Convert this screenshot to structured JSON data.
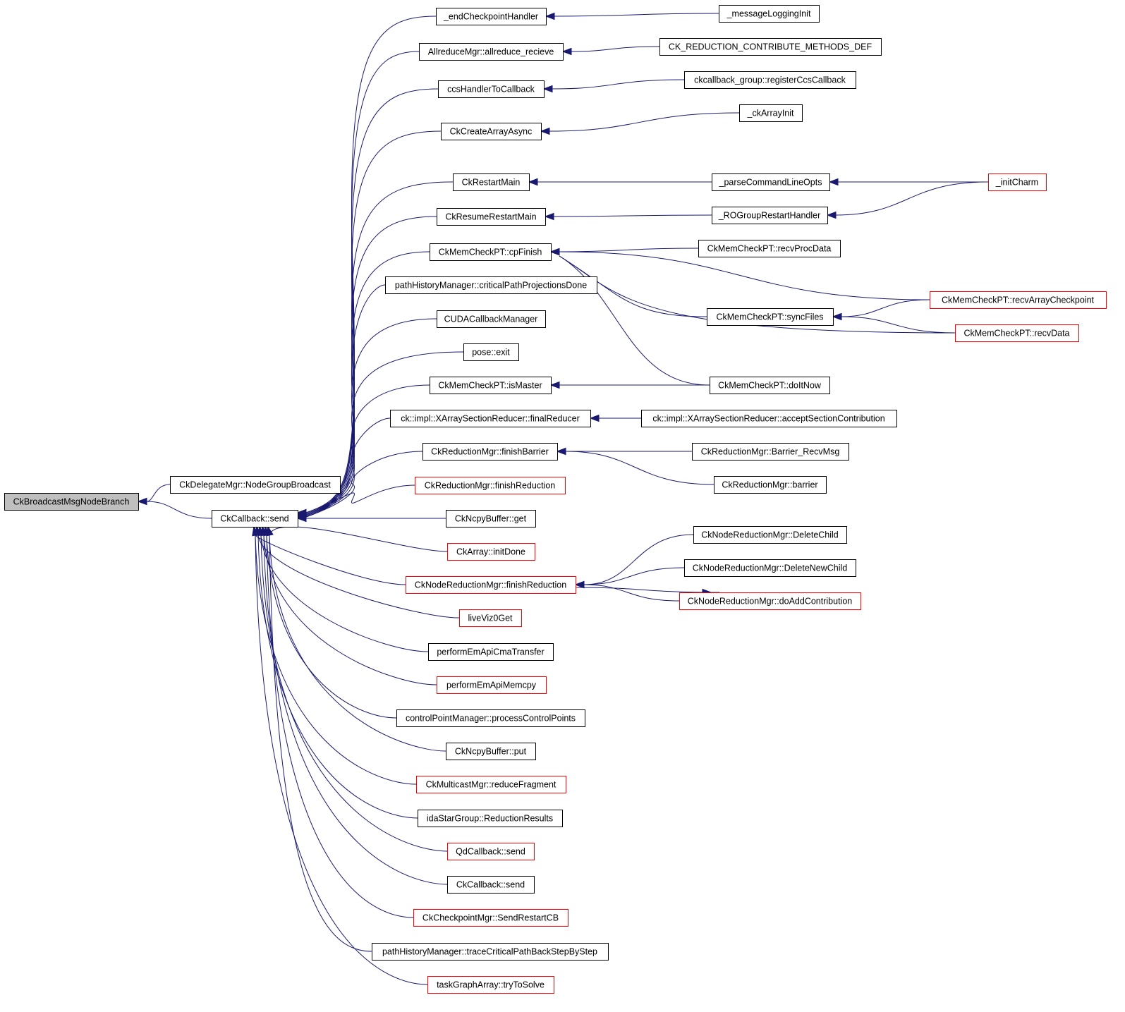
{
  "diagram": {
    "type": "caller-graph",
    "root": "CkBroadcastMsgNodeBranch",
    "colors": {
      "edge": "#191970",
      "node_border": "#000000",
      "node_border_truncated": "#ff0000",
      "root_fill": "#bfbfbf",
      "node_fill": "#ffffff"
    },
    "nodes": [
      {
        "id": "root",
        "label": "CkBroadcastMsgNodeBranch",
        "style": "root"
      },
      {
        "id": "ndgb",
        "label": "CkDelegateMgr::NodeGroupBroadcast",
        "style": "normal"
      },
      {
        "id": "cbs",
        "label": "CkCallback::send",
        "style": "normal"
      },
      {
        "id": "ech",
        "label": "_endCheckpointHandler",
        "style": "normal"
      },
      {
        "id": "arr",
        "label": "AllreduceMgr::allreduce_recieve",
        "style": "normal"
      },
      {
        "id": "ccs",
        "label": "ccsHandlerToCallback",
        "style": "normal"
      },
      {
        "id": "caa",
        "label": "CkCreateArrayAsync",
        "style": "normal"
      },
      {
        "id": "crm",
        "label": "CkRestartMain",
        "style": "normal"
      },
      {
        "id": "crrm",
        "label": "CkResumeRestartMain",
        "style": "normal"
      },
      {
        "id": "cpf",
        "label": "CkMemCheckPT::cpFinish",
        "style": "normal"
      },
      {
        "id": "phm1",
        "label": "pathHistoryManager::criticalPathProjectionsDone",
        "style": "normal"
      },
      {
        "id": "cuda",
        "label": "CUDACallbackManager",
        "style": "normal"
      },
      {
        "id": "pose",
        "label": "pose::exit",
        "style": "normal"
      },
      {
        "id": "ism",
        "label": "CkMemCheckPT::isMaster",
        "style": "normal"
      },
      {
        "id": "xfr",
        "label": "ck::impl::XArraySectionReducer::finalReducer",
        "style": "normal"
      },
      {
        "id": "rfb",
        "label": "CkReductionMgr::finishBarrier",
        "style": "normal"
      },
      {
        "id": "rfr",
        "label": "CkReductionMgr::finishReduction",
        "style": "truncated"
      },
      {
        "id": "ncg",
        "label": "CkNcpyBuffer::get",
        "style": "normal"
      },
      {
        "id": "aid",
        "label": "CkArray::initDone",
        "style": "truncated"
      },
      {
        "id": "nfr",
        "label": "CkNodeReductionMgr::finishReduction",
        "style": "truncated"
      },
      {
        "id": "lvz",
        "label": "liveViz0Get",
        "style": "truncated"
      },
      {
        "id": "pct",
        "label": "performEmApiCmaTransfer",
        "style": "normal"
      },
      {
        "id": "pmc",
        "label": "performEmApiMemcpy",
        "style": "truncated"
      },
      {
        "id": "cpm",
        "label": "controlPointManager::processControlPoints",
        "style": "normal"
      },
      {
        "id": "ncp",
        "label": "CkNcpyBuffer::put",
        "style": "normal"
      },
      {
        "id": "mrf",
        "label": "CkMulticastMgr::reduceFragment",
        "style": "truncated"
      },
      {
        "id": "ida",
        "label": "idaStarGroup::ReductionResults",
        "style": "normal"
      },
      {
        "id": "qdc",
        "label": "QdCallback::send",
        "style": "truncated"
      },
      {
        "id": "cbs2",
        "label": "CkCallback::send",
        "style": "normal"
      },
      {
        "id": "src",
        "label": "CkCheckpointMgr::SendRestartCB",
        "style": "truncated"
      },
      {
        "id": "phm2",
        "label": "pathHistoryManager::traceCriticalPathBackStepByStep",
        "style": "normal"
      },
      {
        "id": "tga",
        "label": "taskGraphArray::tryToSolve",
        "style": "truncated"
      },
      {
        "id": "mli",
        "label": "_messageLoggingInit",
        "style": "normal"
      },
      {
        "id": "crc",
        "label": "CK_REDUCTION_CONTRIBUTE_METHODS_DEF",
        "style": "normal"
      },
      {
        "id": "rcc",
        "label": "ckcallback_group::registerCcsCallback",
        "style": "normal"
      },
      {
        "id": "cai",
        "label": "_ckArrayInit",
        "style": "normal"
      },
      {
        "id": "pco",
        "label": "_parseCommandLineOpts",
        "style": "normal"
      },
      {
        "id": "rog",
        "label": "_ROGroupRestartHandler",
        "style": "normal"
      },
      {
        "id": "rpd",
        "label": "CkMemCheckPT::recvProcData",
        "style": "normal"
      },
      {
        "id": "syf",
        "label": "CkMemCheckPT::syncFiles",
        "style": "normal"
      },
      {
        "id": "din",
        "label": "CkMemCheckPT::doItNow",
        "style": "normal"
      },
      {
        "id": "asc",
        "label": "ck::impl::XArraySectionReducer::acceptSectionContribution",
        "style": "normal"
      },
      {
        "id": "brm",
        "label": "CkReductionMgr::Barrier_RecvMsg",
        "style": "normal"
      },
      {
        "id": "bar",
        "label": "CkReductionMgr::barrier",
        "style": "normal"
      },
      {
        "id": "ndc",
        "label": "CkNodeReductionMgr::DeleteChild",
        "style": "normal"
      },
      {
        "id": "ndnc",
        "label": "CkNodeReductionMgr::DeleteNewChild",
        "style": "normal"
      },
      {
        "id": "nac",
        "label": "CkNodeReductionMgr::doAddContribution",
        "style": "truncated"
      },
      {
        "id": "ich",
        "label": "_initCharm",
        "style": "truncated"
      },
      {
        "id": "rac",
        "label": "CkMemCheckPT::recvArrayCheckpoint",
        "style": "truncated"
      },
      {
        "id": "rcd",
        "label": "CkMemCheckPT::recvData",
        "style": "truncated"
      }
    ],
    "edges": [
      [
        "ndgb",
        "root"
      ],
      [
        "cbs",
        "root"
      ],
      [
        "ech",
        "cbs"
      ],
      [
        "arr",
        "cbs"
      ],
      [
        "ccs",
        "cbs"
      ],
      [
        "caa",
        "cbs"
      ],
      [
        "crm",
        "cbs"
      ],
      [
        "crrm",
        "cbs"
      ],
      [
        "cpf",
        "cbs"
      ],
      [
        "phm1",
        "cbs"
      ],
      [
        "cuda",
        "cbs"
      ],
      [
        "pose",
        "cbs"
      ],
      [
        "ism",
        "cbs"
      ],
      [
        "xfr",
        "cbs"
      ],
      [
        "rfb",
        "cbs"
      ],
      [
        "rfr",
        "cbs"
      ],
      [
        "ncg",
        "cbs"
      ],
      [
        "aid",
        "cbs"
      ],
      [
        "nfr",
        "cbs"
      ],
      [
        "lvz",
        "cbs"
      ],
      [
        "pct",
        "cbs"
      ],
      [
        "pmc",
        "cbs"
      ],
      [
        "cpm",
        "cbs"
      ],
      [
        "ncp",
        "cbs"
      ],
      [
        "mrf",
        "cbs"
      ],
      [
        "ida",
        "cbs"
      ],
      [
        "qdc",
        "cbs"
      ],
      [
        "cbs2",
        "cbs"
      ],
      [
        "src",
        "cbs"
      ],
      [
        "phm2",
        "cbs"
      ],
      [
        "tga",
        "cbs"
      ],
      [
        "mli",
        "ech"
      ],
      [
        "crc",
        "arr"
      ],
      [
        "rcc",
        "ccs"
      ],
      [
        "cai",
        "caa"
      ],
      [
        "ich",
        "crm"
      ],
      [
        "pco",
        "crm"
      ],
      [
        "ich",
        "pco"
      ],
      [
        "rog",
        "crrm"
      ],
      [
        "ich",
        "rog"
      ],
      [
        "rpd",
        "cpf"
      ],
      [
        "rac",
        "cpf"
      ],
      [
        "syf",
        "cpf"
      ],
      [
        "rcd",
        "cpf"
      ],
      [
        "din",
        "cpf"
      ],
      [
        "rac",
        "syf"
      ],
      [
        "rcd",
        "syf"
      ],
      [
        "din",
        "ism"
      ],
      [
        "asc",
        "xfr"
      ],
      [
        "brm",
        "rfb"
      ],
      [
        "bar",
        "rfb"
      ],
      [
        "ndc",
        "nfr"
      ],
      [
        "ndnc",
        "nfr"
      ],
      [
        "nac",
        "nfr"
      ],
      [
        "nfr",
        "nac"
      ]
    ]
  }
}
